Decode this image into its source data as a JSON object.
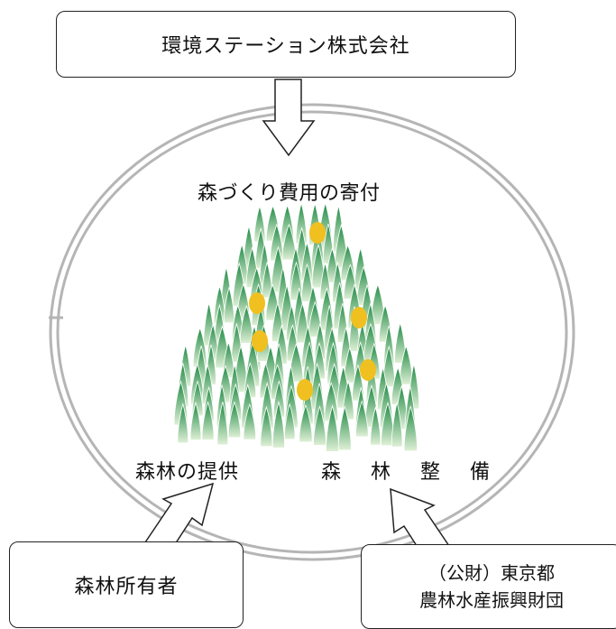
{
  "organizations": {
    "company": "環境ステーション株式会社",
    "forest_owner": "森林所有者",
    "foundation_line1": "（公財）東京都",
    "foundation_line2": "農林水産振興財団"
  },
  "flows": {
    "donation": "森づくり費用の寄付",
    "forest_provision": "森林の提供",
    "forest_maintenance": "森 林 整 備"
  },
  "colors": {
    "ring": "#b5b5b5",
    "tree_dark": "#1f8a45",
    "tree_light": "#dff0d6",
    "autumn_tree": "#f0c020"
  }
}
